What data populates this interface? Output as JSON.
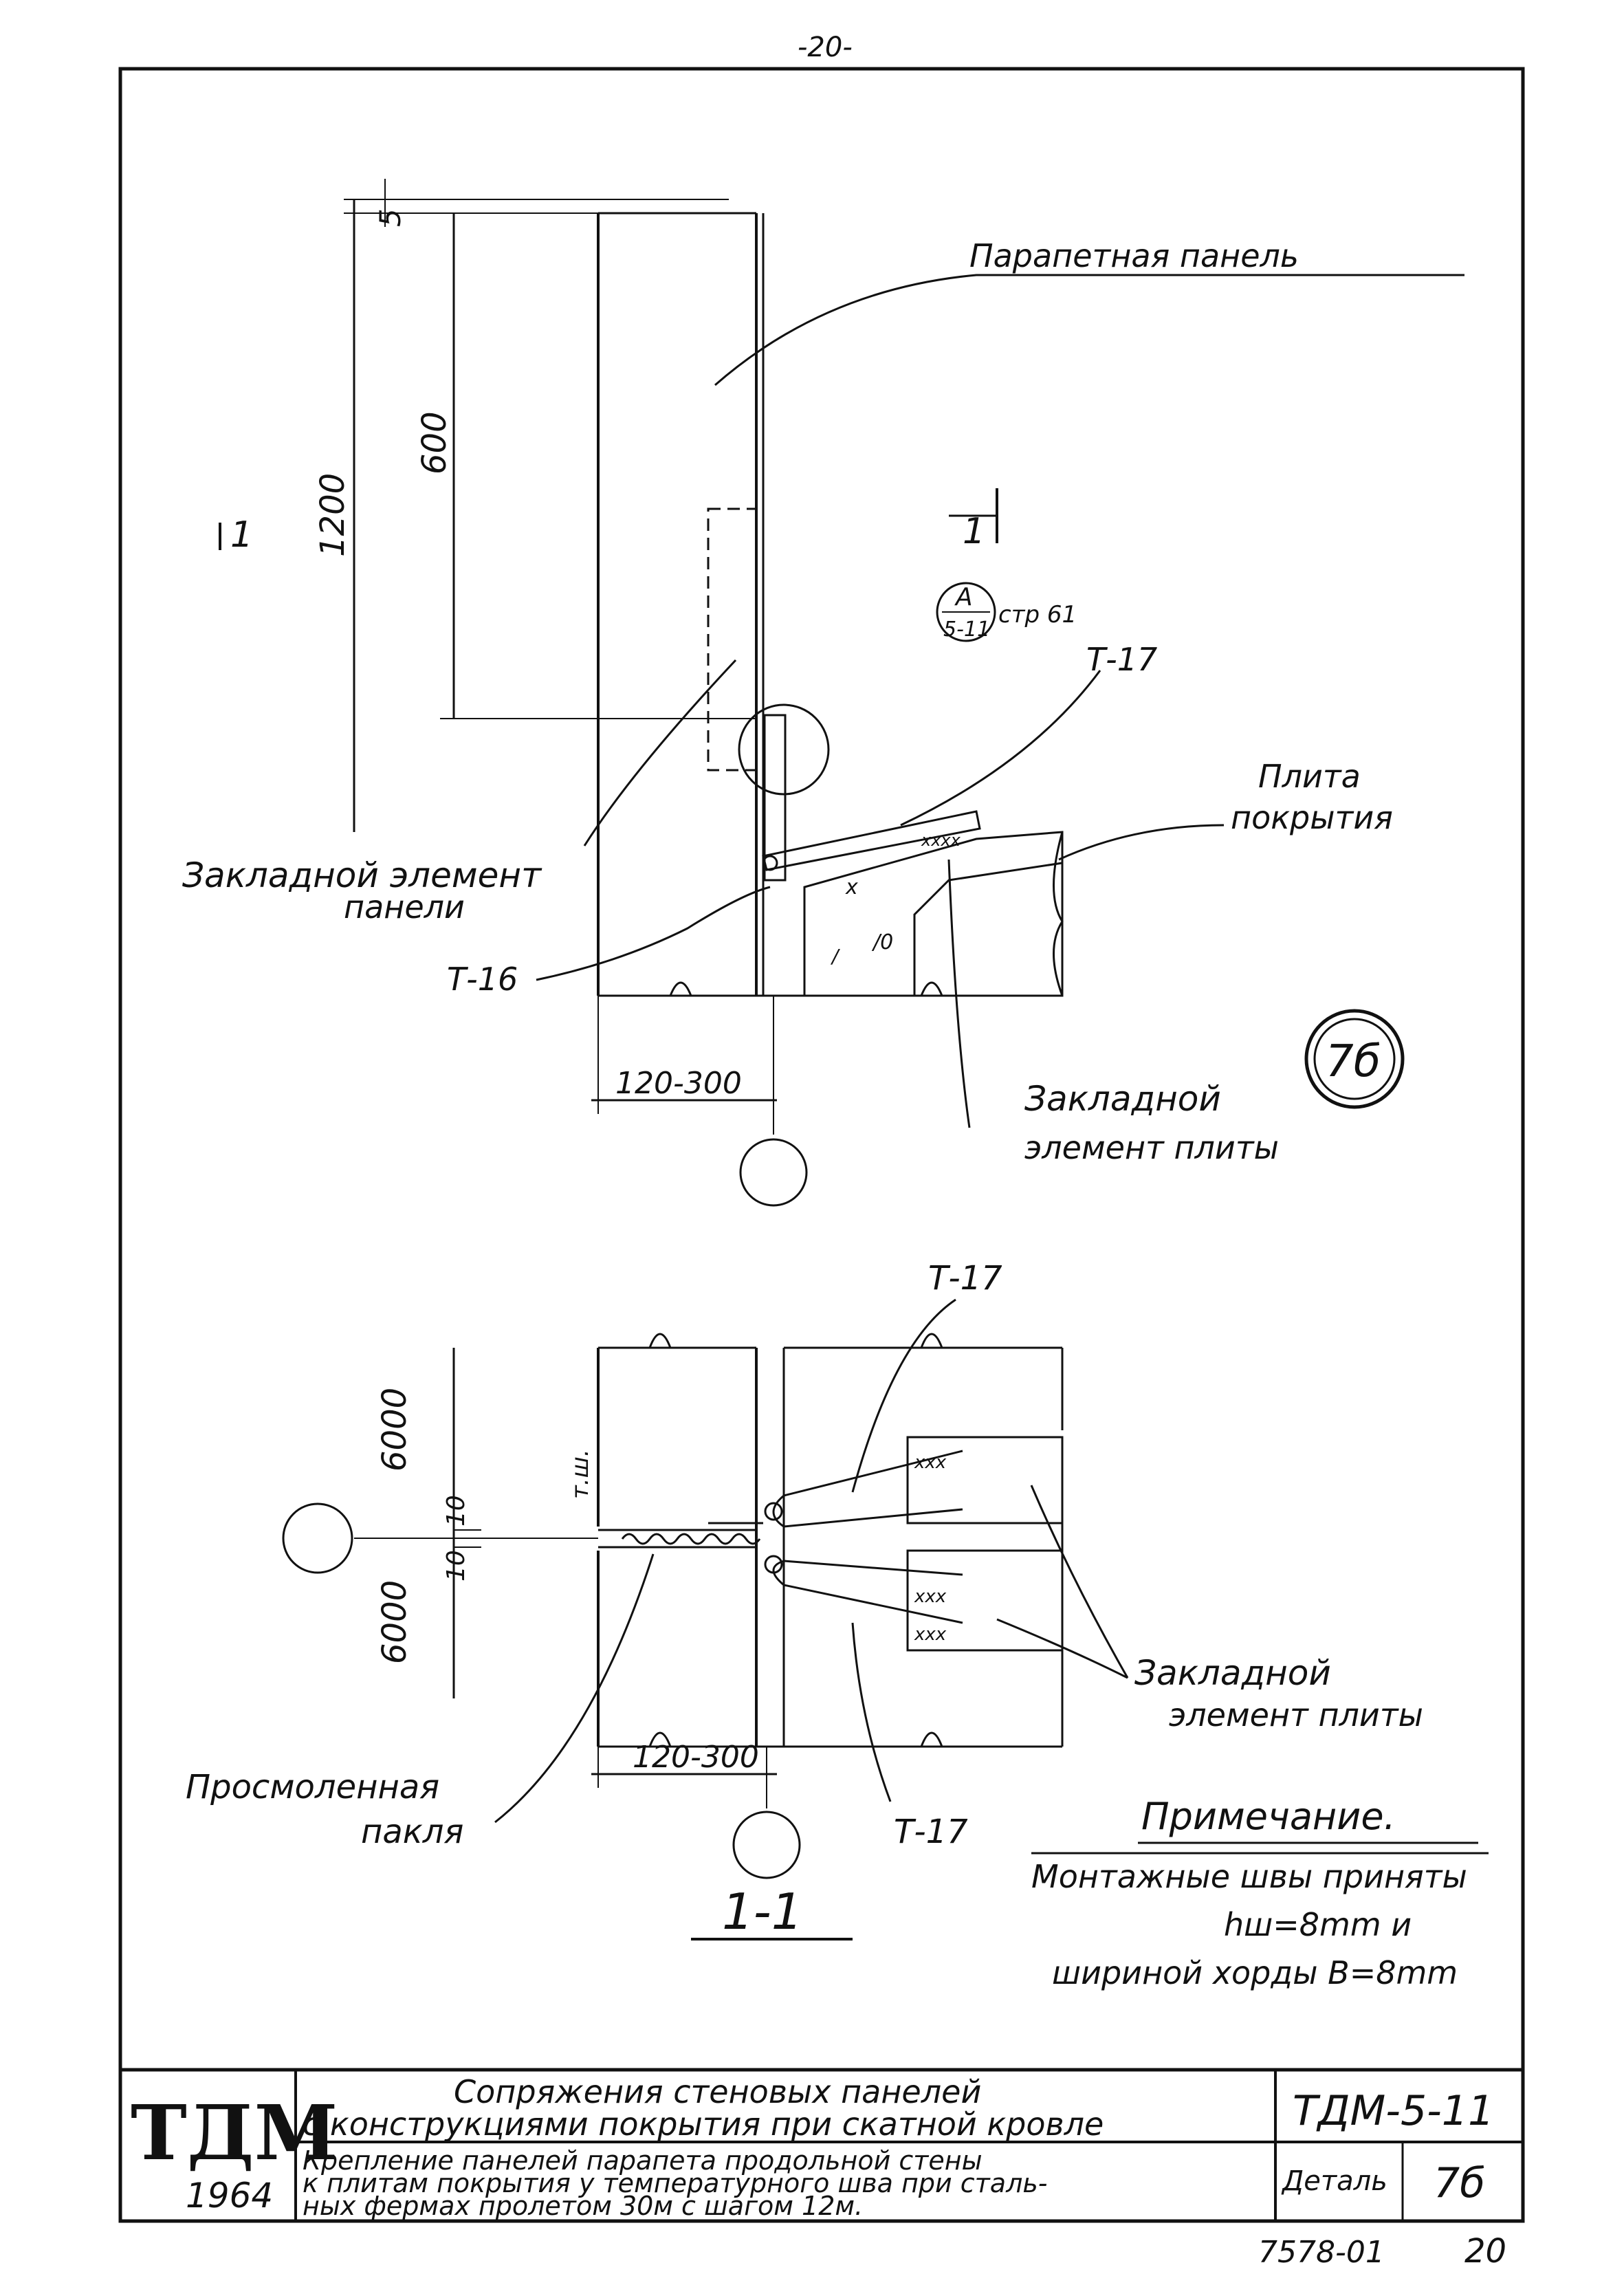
{
  "page": {
    "number_top": "-20-",
    "sheet_number": "20",
    "archive_code": "7578-01"
  },
  "upper_view": {
    "dim_top": "5",
    "dim_height_total": "1200",
    "dim_height_upper": "600",
    "dim_gap": "120-300",
    "section_mark": "1",
    "callout_ref_top": "A",
    "callout_ref_bottom": "5-11",
    "callout_page": "стр 61",
    "label_parapet_panel": "Парапетная панель",
    "label_t17": "Т-17",
    "label_t16": "Т-16",
    "label_slab": [
      "Плита",
      "покрытия"
    ],
    "label_panel_embed": [
      "Закладной элемент",
      "панели"
    ],
    "label_slab_embed": [
      "Закладной",
      "элемент плиты"
    ],
    "detail_badge": "7б"
  },
  "lower_view": {
    "dim_upper": "6000",
    "dim_lower": "6000",
    "dim_joint_a": "10",
    "dim_joint_b": "10",
    "joint_label": "т.ш.",
    "dim_gap": "120-300",
    "label_t17_top": "Т-17",
    "label_t17_bottom": "Т-17",
    "label_tow": [
      "Просмоленная",
      "пакля"
    ],
    "label_slab_embed": [
      "Закладной",
      "элемент плиты"
    ],
    "section_title": "1-1"
  },
  "note": {
    "title": "Примечание.",
    "lines": [
      "Монтажные швы приняты",
      "hш=8mm и",
      "шириной хорды В=8mm"
    ]
  },
  "title_block": {
    "logo": "ТДМ",
    "year": "1964",
    "series_title": [
      "Сопряжения стеновых панелей",
      "с конструкциями покрытия при скатной кровле"
    ],
    "series_code": "ТДМ-5-11",
    "sheet_title": [
      "Крепление панелей парапета продольной стены",
      "к плитам покрытия у температурного шва при сталь-",
      "ных фермах пролетом 30м с шагом 12м."
    ],
    "detail_label": "Деталь",
    "detail_number": "7б"
  }
}
